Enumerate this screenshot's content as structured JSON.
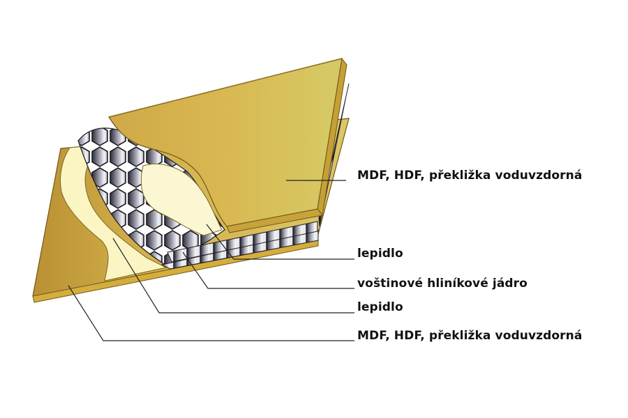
{
  "labels": {
    "top_board": "MDF, HDF, překližka voduvzdorná",
    "top_adhesive": "lepidlo",
    "core": "voštinové hliníkové jádro",
    "bottom_adhesive": "lepidlo",
    "bottom_board": "MDF, HDF, překližka voduvzdorná"
  },
  "colors": {
    "board_light": "#d8c45a",
    "board_mid": "#c9a43e",
    "board_dark": "#b8913a",
    "board_edge": "#8a6a1f",
    "adhesive": "#fbf6c9",
    "core_light": "#f2f2f6",
    "core_dark": "#3a3a48",
    "leader": "#222222"
  }
}
